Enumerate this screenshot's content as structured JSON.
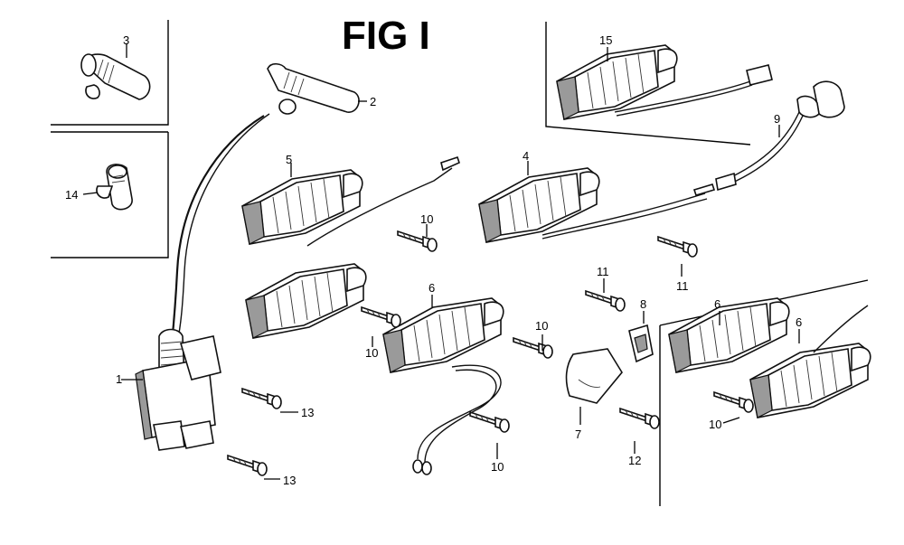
{
  "figure": {
    "title": "FIG I"
  },
  "callouts": [
    {
      "id": "c3",
      "text": "3"
    },
    {
      "id": "c2",
      "text": "2"
    },
    {
      "id": "c14",
      "text": "14"
    },
    {
      "id": "c5",
      "text": "5"
    },
    {
      "id": "c4",
      "text": "4"
    },
    {
      "id": "c15",
      "text": "15"
    },
    {
      "id": "c9",
      "text": "9"
    },
    {
      "id": "c10a",
      "text": "10"
    },
    {
      "id": "c11a",
      "text": "11"
    },
    {
      "id": "c11b",
      "text": "11"
    },
    {
      "id": "c8",
      "text": "8"
    },
    {
      "id": "c6a",
      "text": "6"
    },
    {
      "id": "c10b",
      "text": "10"
    },
    {
      "id": "c10c",
      "text": "10"
    },
    {
      "id": "c1",
      "text": "1"
    },
    {
      "id": "c13a",
      "text": "13"
    },
    {
      "id": "c13b",
      "text": "13"
    },
    {
      "id": "c10d",
      "text": "10"
    },
    {
      "id": "c7",
      "text": "7"
    },
    {
      "id": "c12",
      "text": "12"
    },
    {
      "id": "c6b",
      "text": "6"
    },
    {
      "id": "c6c",
      "text": "6"
    },
    {
      "id": "c10e",
      "text": "10"
    }
  ]
}
